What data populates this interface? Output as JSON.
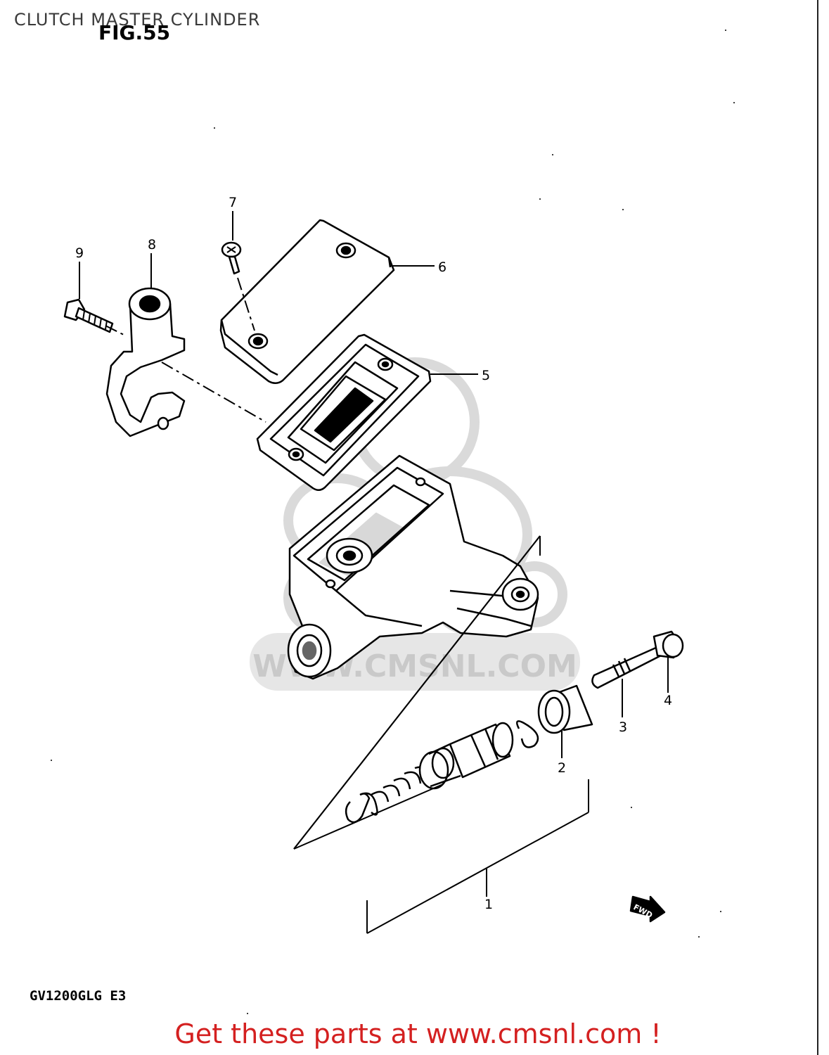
{
  "title": "CLUTCH MASTER CYLINDER",
  "figure": "FIG.55",
  "model_code": "GV1200GLG  E3",
  "footer": "Get these parts at www.cmsnl.com !",
  "watermark": "WWW.CMSNL.COM",
  "fwd_label": "FWD",
  "callouts": [
    {
      "id": "callout-1",
      "label": "1"
    },
    {
      "id": "callout-2",
      "label": "2"
    },
    {
      "id": "callout-3",
      "label": "3"
    },
    {
      "id": "callout-4",
      "label": "4"
    },
    {
      "id": "callout-5",
      "label": "5"
    },
    {
      "id": "callout-6",
      "label": "6"
    },
    {
      "id": "callout-7",
      "label": "7"
    },
    {
      "id": "callout-8",
      "label": "8"
    },
    {
      "id": "callout-9",
      "label": "9"
    }
  ],
  "colors": {
    "footer": "#d42020",
    "watermark": "#c9c9c9",
    "ink": "#000000"
  }
}
